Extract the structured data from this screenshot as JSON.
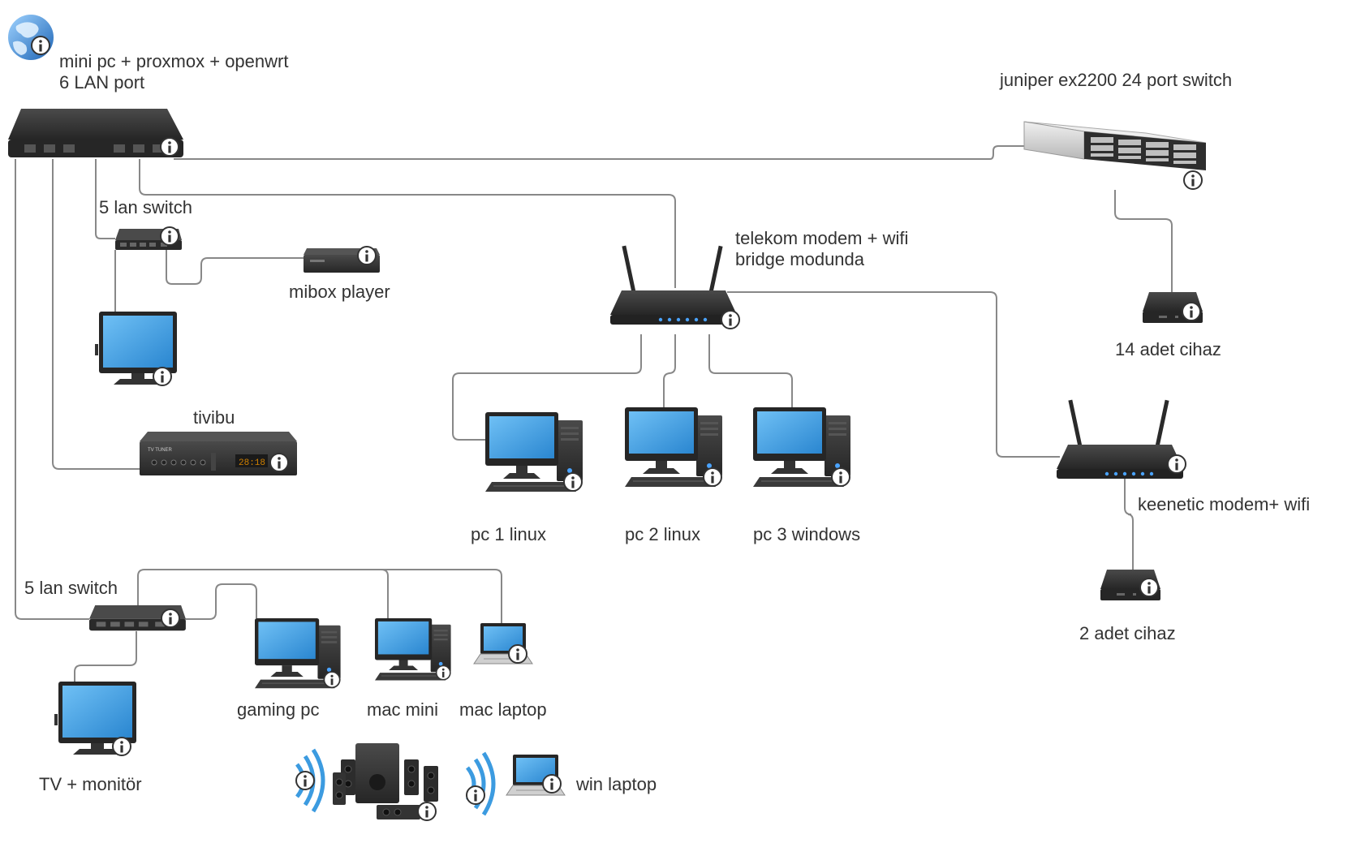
{
  "colors": {
    "wire": "#888888",
    "device_dark": "#3a3a3a",
    "device_darker": "#262626",
    "screen_blue": "#3c9be0",
    "led_blue": "#4aa3ff",
    "globe_blue": "#2d7fd0",
    "label_text": "#333333",
    "rack_silver": "#d8d8d8"
  },
  "icons": {
    "info": "info-icon",
    "globe": "globe-icon",
    "router": "router-icon",
    "switch": "switch-icon",
    "wifi_router": "wifi-router-icon",
    "monitor": "monitor-icon",
    "desktop": "desktop-pc-icon",
    "laptop": "laptop-icon",
    "rack": "rack-server-icon",
    "media_box": "media-box-icon",
    "tv_tuner": "tv-tuner-icon",
    "speakers": "speaker-system-icon",
    "wireless": "wireless-signal-icon"
  },
  "labels": {
    "minipc_line1": "mini pc + proxmox + openwrt",
    "minipc_line2": "6 LAN port",
    "juniper": "juniper ex2200 24 port switch",
    "switch1": "5 lan switch",
    "mibox": "mibox player",
    "telekom_line1": "telekom modem + wifi",
    "telekom_line2": "bridge modunda",
    "adet14": "14 adet cihaz",
    "tivibu": "tivibu",
    "pc1": "pc 1 linux",
    "pc2": "pc 2 linux",
    "pc3": "pc 3 windows",
    "keenetic": "keenetic modem+ wifi",
    "adet2": "2 adet cihaz",
    "switch2": "5 lan switch",
    "gaming": "gaming pc",
    "macmini": "mac mini",
    "maclaptop": "mac laptop",
    "tvmonitor": "TV + monitör",
    "winlaptop": "win laptop",
    "tuner_brand": "TV TUNER",
    "tuner_display": "28:18"
  }
}
